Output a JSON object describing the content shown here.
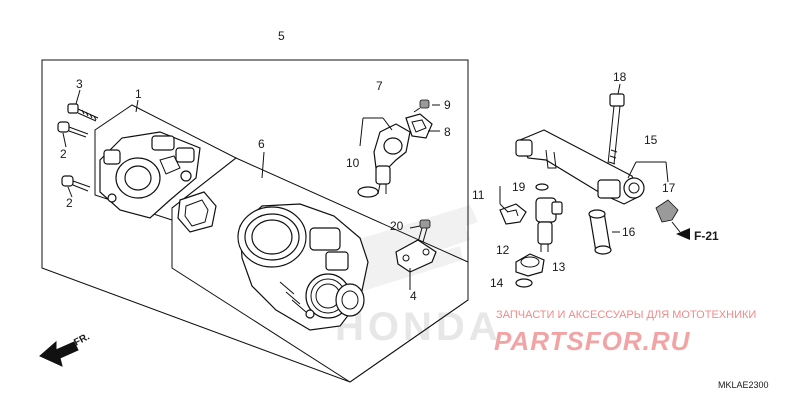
{
  "callouts": {
    "c1": "1",
    "c2a": "2",
    "c2b": "2",
    "c3": "3",
    "c4": "4",
    "c5": "5",
    "c6": "6",
    "c7": "7",
    "c8": "8",
    "c9": "9",
    "c10": "10",
    "c11": "11",
    "c12": "12",
    "c13": "13",
    "c14": "14",
    "c15": "15",
    "c16": "16",
    "c17": "17",
    "c18": "18",
    "c19": "19",
    "c20": "20"
  },
  "reference": "F-21",
  "direction_label": "FR.",
  "diagram_code": "MKLAE2300",
  "watermark": {
    "tagline": "ЗАПЧАСТИ И АКСЕССУАРЫ ДЛЯ МОТОТЕХНИКИ",
    "site": "PARTSFOR.RU",
    "brand": "HONDA"
  },
  "colors": {
    "line": "#111111",
    "watermark": "#f08a8a",
    "background": "#ffffff"
  }
}
